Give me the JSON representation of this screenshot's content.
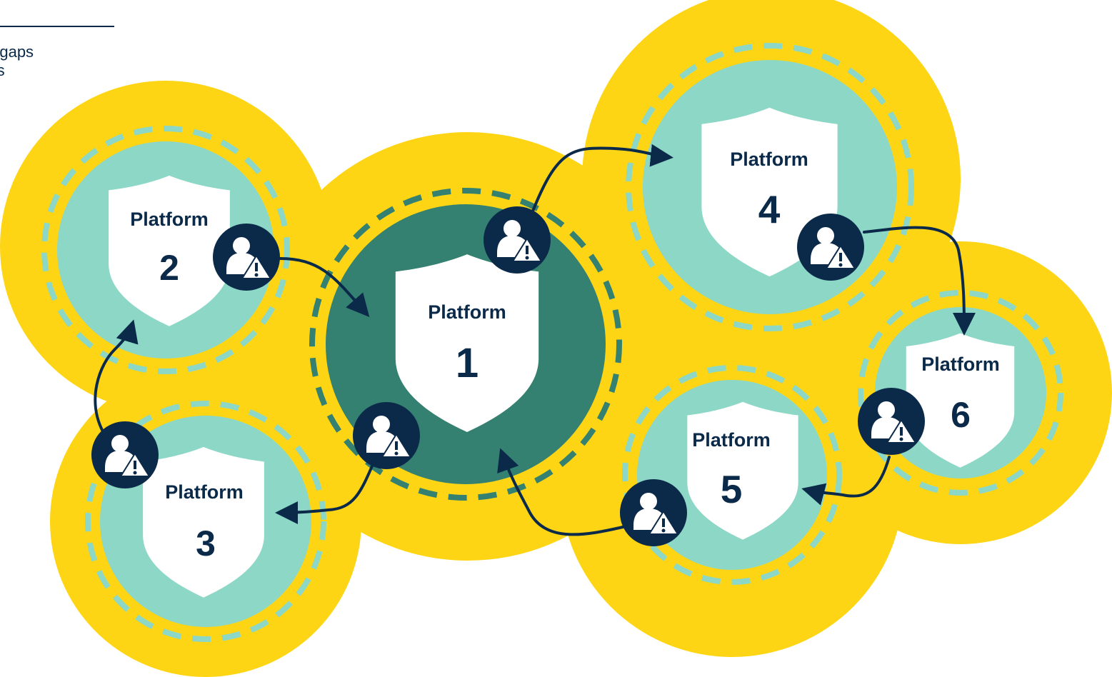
{
  "caption": {
    "line1": "bit gaps",
    "line2": "rms"
  },
  "platforms": [
    {
      "id": "1",
      "label": "Platform",
      "number": "1"
    },
    {
      "id": "2",
      "label": "Platform",
      "number": "2"
    },
    {
      "id": "3",
      "label": "Platform",
      "number": "3"
    },
    {
      "id": "4",
      "label": "Platform",
      "number": "4"
    },
    {
      "id": "5",
      "label": "Platform",
      "number": "5"
    },
    {
      "id": "6",
      "label": "Platform",
      "number": "6"
    }
  ],
  "icons": {
    "risk_user": "user-warning-icon",
    "shield": "shield-icon"
  },
  "colors": {
    "outer": "#FDD515",
    "ring": "#8DD7C6",
    "core": "#348071",
    "navy": "#0B2A4A",
    "shield": "#FFFFFF"
  }
}
